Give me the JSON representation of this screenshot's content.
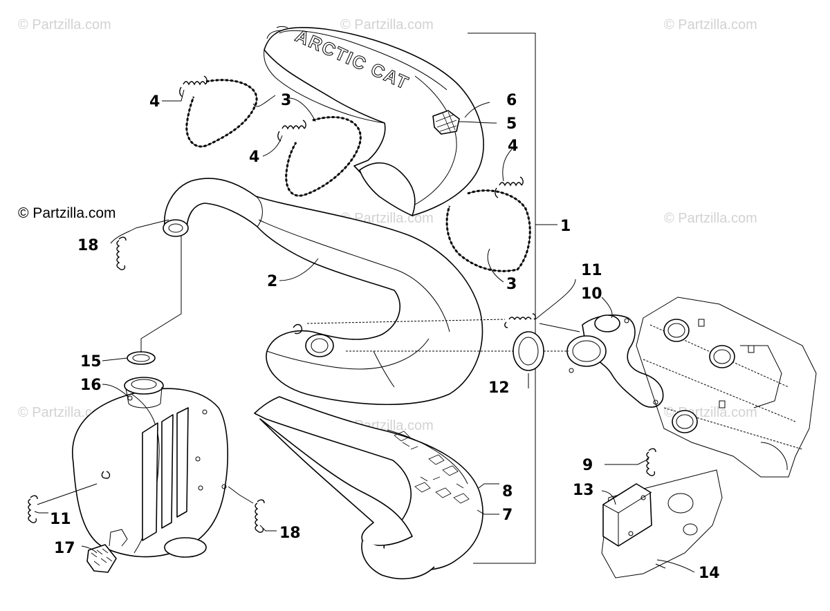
{
  "watermarks": {
    "top_left": "© Partzilla.com",
    "top_center": "© Partzilla.com",
    "top_right": "© Partzilla.com",
    "mid_left_dark": "© Partzilla.com",
    "mid_center": "© Partzilla.com",
    "mid_right": "© Partzilla.com",
    "low_left": "© Partzilla.com",
    "low_center": "© Partzilla.com",
    "low_right": "© Partzilla.com"
  },
  "brand_text": "ARCTIC CAT",
  "callouts": {
    "c1": "1",
    "c2": "2",
    "c3a": "3",
    "c3b": "3",
    "c4a": "4",
    "c4b": "4",
    "c4c": "4",
    "c5": "5",
    "c6": "6",
    "c7": "7",
    "c8": "8",
    "c9": "9",
    "c10": "10",
    "c11a": "11",
    "c11b": "11",
    "c12": "12",
    "c13": "13",
    "c14": "14",
    "c15": "15",
    "c16": "16",
    "c17": "17",
    "c18a": "18",
    "c18b": "18"
  }
}
